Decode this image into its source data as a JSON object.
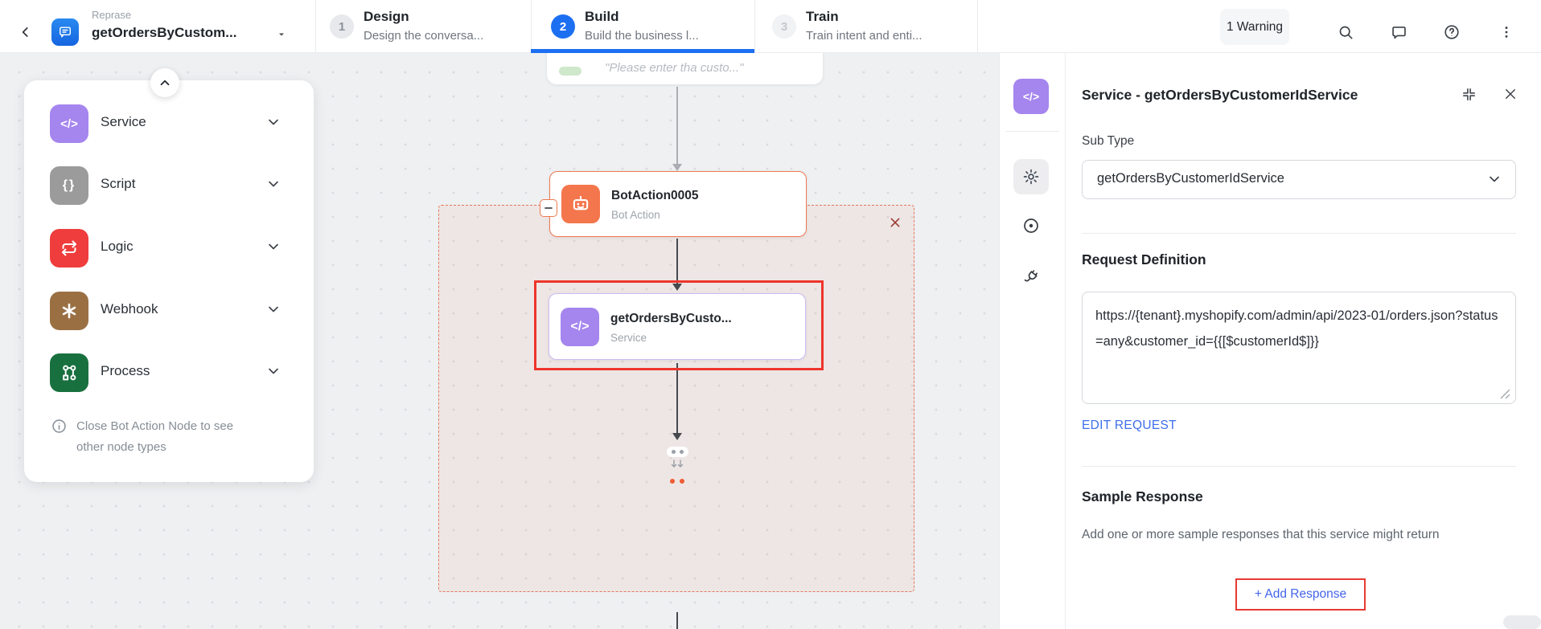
{
  "header": {
    "app_label": "Reprase",
    "app_title": "getOrdersByCustom...",
    "steps": [
      {
        "num": "1",
        "label": "Design",
        "sub": "Design the conversa..."
      },
      {
        "num": "2",
        "label": "Build",
        "sub": "Build the business l..."
      },
      {
        "num": "3",
        "label": "Train",
        "sub": "Train intent and enti..."
      }
    ],
    "warning_label": "1 Warning"
  },
  "palette": {
    "items": [
      {
        "label": "Service"
      },
      {
        "label": "Script"
      },
      {
        "label": "Logic"
      },
      {
        "label": "Webhook"
      },
      {
        "label": "Process"
      }
    ],
    "note": "Close Bot Action Node to see other node types"
  },
  "canvas": {
    "top_node_text": "\"Please enter tha custo...\"",
    "bot_action": {
      "title": "BotAction0005",
      "subtitle": "Bot Action"
    },
    "service_node": {
      "title": "getOrdersByCusto...",
      "subtitle": "Service"
    }
  },
  "panel": {
    "title": "Service - getOrdersByCustomerIdService",
    "sub_type_label": "Sub Type",
    "sub_type_value": "getOrdersByCustomerIdService",
    "request_definition_label": "Request Definition",
    "request_definition_value": "https://{tenant}.myshopify.com/admin/api/2023-01/orders.json?status=any&customer_id={{[$customerId$]}}",
    "edit_request_label": "EDIT REQUEST",
    "sample_response_title": "Sample Response",
    "sample_response_desc": "Add one or more sample responses that this service might return",
    "add_response_label": "+ Add Response"
  },
  "icons": {
    "back-icon": "‹",
    "bot-logo-icon": "chat-bubble",
    "caret-down-icon": "▾",
    "search-icon": "magnifier",
    "feedback-icon": "speech-bubble",
    "help-icon": "?",
    "kebab-icon": "⋮",
    "collapse-up-icon": "^",
    "chevron-down-icon": "⌄",
    "info-icon": "ⓘ",
    "minus-icon": "−",
    "close-icon": "✕",
    "code-icon": "</>",
    "script-icon": "{}",
    "logic-icon": "repeat-arrows",
    "webhook-icon": "asterisk",
    "process-icon": "org-chart",
    "robot-icon": "robot-face",
    "gear-icon": "⚙",
    "target-icon": "◎",
    "plug-icon": "plug",
    "minimize-icon": "corners-in",
    "resize-icon": "diagonal-grip",
    "drop-target-icon": "dots-arrows"
  },
  "colors": {
    "accent_blue": "#1d6ff2",
    "annotation_red": "#ee352c",
    "link_blue": "#3d6dea",
    "service_purple": "#a585ee",
    "bot_orange": "#f4764d",
    "logic_red": "#ef3c3c",
    "webhook_brown": "#9a7043",
    "process_green": "#19703f",
    "script_gray": "#9b9b9b"
  }
}
